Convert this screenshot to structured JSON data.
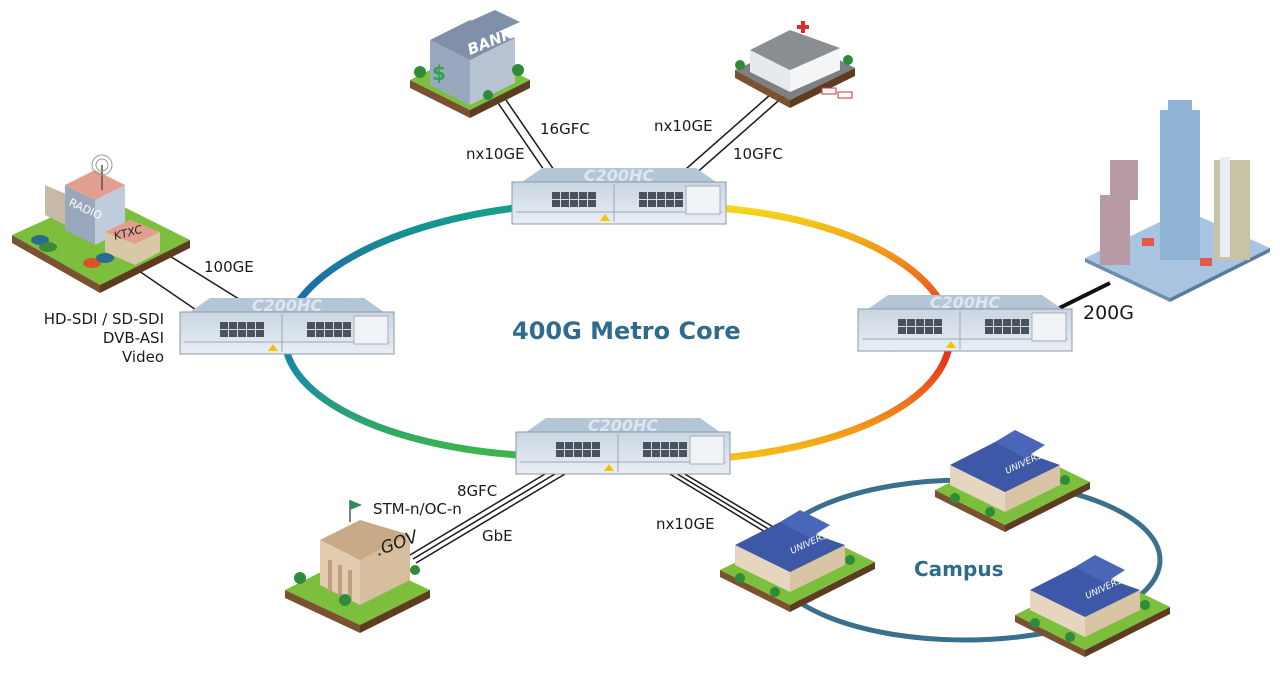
{
  "diagram": {
    "core_ring_label": "400G Metro Core",
    "campus_ring_label": "Campus",
    "colors": {
      "title": "#2f6b8c",
      "campus_ring": "#3a6f8e",
      "ring_gradient": [
        "#1b6fa8",
        "#14a08a",
        "#3cb64a",
        "#f5d81a",
        "#f28a1c",
        "#e8341c"
      ]
    },
    "devices": [
      {
        "id": "node-top",
        "model": "C200HC"
      },
      {
        "id": "node-left",
        "model": "C200HC"
      },
      {
        "id": "node-right",
        "model": "C200HC"
      },
      {
        "id": "node-bottom",
        "model": "C200HC"
      }
    ],
    "sites": [
      {
        "id": "bank",
        "label": "BANK"
      },
      {
        "id": "hospital",
        "label": ""
      },
      {
        "id": "radio",
        "label": "RADIO",
        "sign": "KTXC"
      },
      {
        "id": "city",
        "label": ""
      },
      {
        "id": "gov",
        "label": "GOV"
      },
      {
        "id": "university-1",
        "label": "UNIVERSITY"
      },
      {
        "id": "university-2",
        "label": "UNIVERSITY"
      },
      {
        "id": "university-3",
        "label": "UNIVERSITY"
      }
    ],
    "links": {
      "bank_16gfc": "16GFC",
      "bank_nx10ge": "nx10GE",
      "hospital_nx10ge": "nx10GE",
      "hospital_10gfc": "10GFC",
      "radio_100ge": "100GE",
      "radio_video": [
        "HD-SDI / SD-SDI",
        "DVB-ASI",
        "Video"
      ],
      "city_200g": "200G",
      "gov_8gfc": "8GFC",
      "gov_stm": "STM-n/OC-n",
      "gov_gbe": "GbE",
      "campus_nx10ge": "nx10GE"
    }
  }
}
